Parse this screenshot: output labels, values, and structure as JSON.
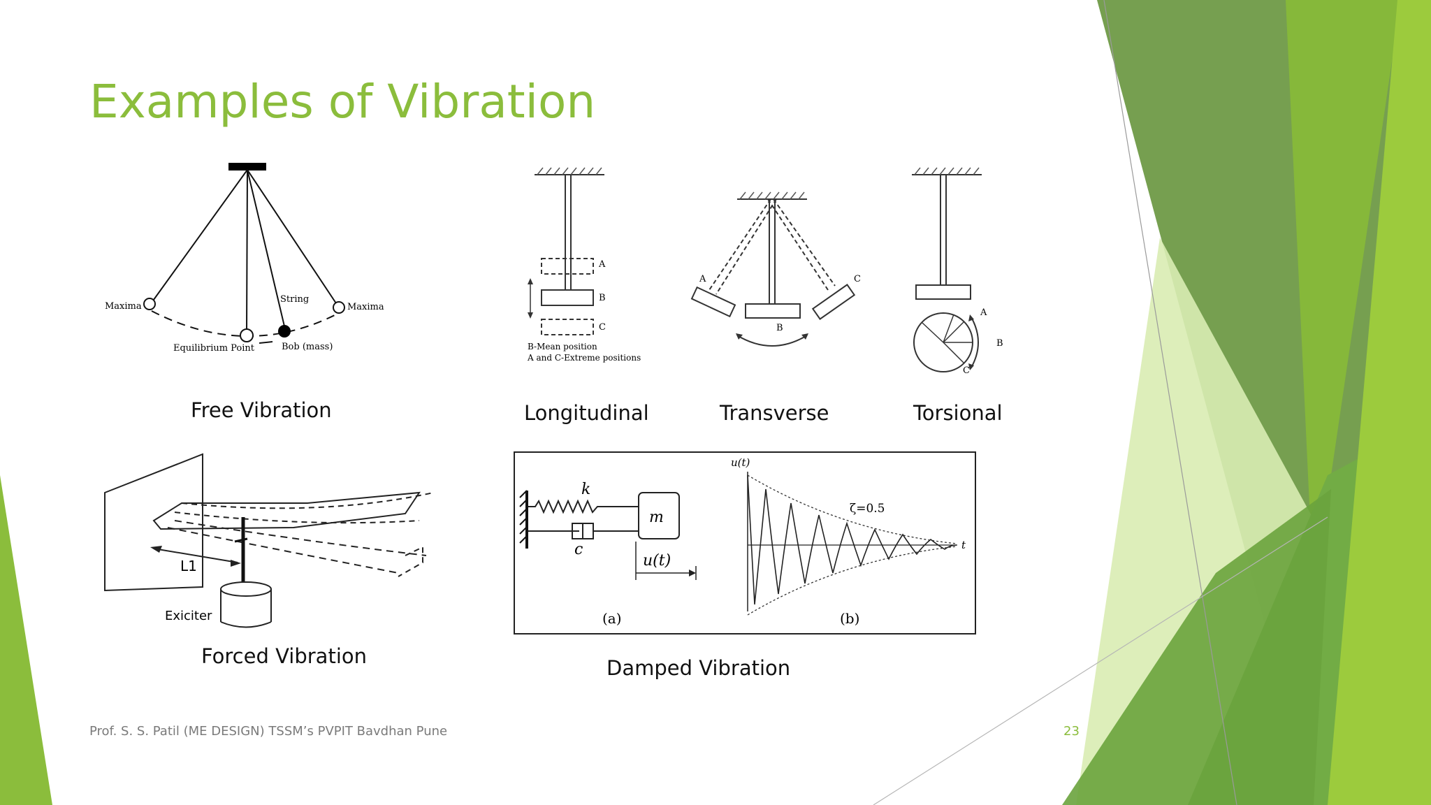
{
  "slide": {
    "title": "Examples of Vibration",
    "accent_color": "#8bbd3c",
    "footer": "Prof. S. S. Patil (ME DESIGN) TSSM’s PVPIT Bavdhan Pune",
    "page_number": "23"
  },
  "captions": {
    "free": "Free Vibration",
    "longitudinal": "Longitudinal",
    "transverse": "Transverse",
    "torsional": "Torsional",
    "forced": "Forced Vibration",
    "damped": "Damped Vibration"
  },
  "pendulum": {
    "maxima_left": "Maxima",
    "maxima_right": "Maxima",
    "string": "String",
    "equilibrium": "Equilibrium Point",
    "bob": "Bob (mass)"
  },
  "longitudinal_fig": {
    "a": "A",
    "b": "B",
    "c": "C",
    "note1": "B-Mean position",
    "note2": "A and C-Extreme positions"
  },
  "transverse_fig": {
    "a": "A",
    "b": "B",
    "c": "C"
  },
  "torsional_fig": {
    "a": "A",
    "b": "B",
    "c": "C"
  },
  "forced_fig": {
    "l1": "L1",
    "exciter": "Exiciter"
  },
  "damped_fig": {
    "k": "k",
    "c": "c",
    "m": "m",
    "u_t": "u(t)",
    "axis_u": "u(t)",
    "zeta": "ζ=0.5",
    "t": "t",
    "panel_a": "(a)",
    "panel_b": "(b)"
  }
}
